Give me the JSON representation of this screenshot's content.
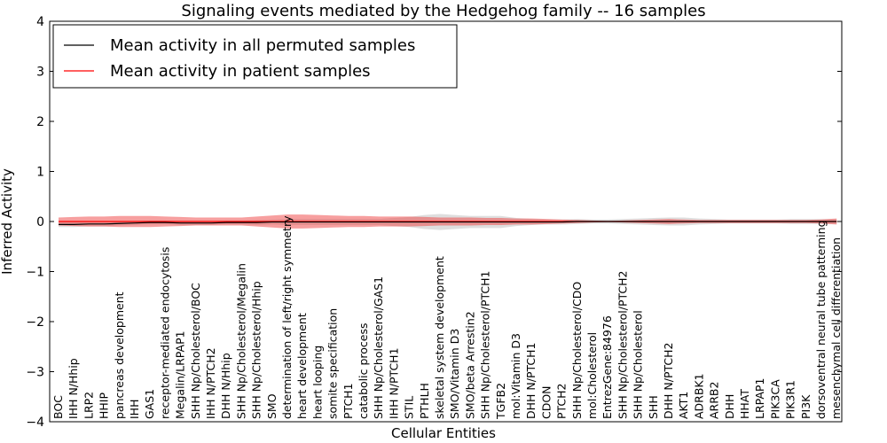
{
  "chart_data": {
    "type": "line",
    "title": "Signaling events mediated by the Hedgehog family -- 16 samples",
    "xlabel": "Cellular Entities",
    "ylabel": "Inferred Activity",
    "ylim": [
      -4,
      4
    ],
    "yticks": [
      -4,
      -3,
      -2,
      -1,
      0,
      1,
      2,
      3,
      4
    ],
    "ytick_labels": [
      "−4",
      "−3",
      "−2",
      "−1",
      "0",
      "1",
      "2",
      "3",
      "4"
    ],
    "grid": false,
    "legend_position": "top-left",
    "categories": [
      "BOC",
      "IHH N/Hhip",
      "LRP2",
      "HHIP",
      "pancreas development",
      "IHH",
      "GAS1",
      "receptor-mediated endocytosis",
      "Megalin/LRPAP1",
      "SHH Np/Cholesterol/BOC",
      "IHH N/PTCH2",
      "DHH N/Hhip",
      "SHH Np/Cholesterol/Megalin",
      "SHH Np/Cholesterol/Hhip",
      "SMO",
      "determination of left/right symmetry",
      "heart development",
      "heart looping",
      "somite specification",
      "PTCH1",
      "catabolic process",
      "SHH Np/Cholesterol/GAS1",
      "IHH N/PTCH1",
      "STIL",
      "PTHLH",
      "skeletal system development",
      "SMO/Vitamin D3",
      "SMO/beta Arrestin2",
      "SHH Np/Cholesterol/PTCH1",
      "TGFB2",
      "mol:Vitamin D3",
      "DHH N/PTCH1",
      "CDON",
      "PTCH2",
      "SHH Np/Cholesterol/CDO",
      "mol:Cholesterol",
      "EntrezGene:84976",
      "SHH Np/Cholesterol/PTCH2",
      "SHH Np/Cholesterol",
      "SHH",
      "DHH N/PTCH2",
      "AKT1",
      "ADRBK1",
      "ARRB2",
      "DHH",
      "HHAT",
      "LRPAP1",
      "PIK3CA",
      "PIK3R1",
      "PI3K",
      "dorsoventral neural tube patterning",
      "mesenchymal cell differentiation"
    ],
    "series": [
      {
        "name": "Mean activity in all permuted samples",
        "color": "#000000",
        "values": [
          -0.06,
          -0.06,
          -0.05,
          -0.05,
          -0.04,
          -0.03,
          -0.02,
          -0.02,
          -0.03,
          -0.03,
          -0.03,
          -0.02,
          -0.02,
          -0.02,
          -0.01,
          -0.01,
          -0.01,
          -0.01,
          -0.01,
          -0.01,
          -0.01,
          -0.01,
          -0.01,
          -0.01,
          -0.01,
          -0.01,
          -0.01,
          -0.01,
          -0.01,
          -0.01,
          -0.01,
          -0.01,
          -0.01,
          -0.01,
          0.0,
          0.0,
          0.0,
          0.0,
          0.0,
          0.0,
          0.0,
          0.0,
          0.0,
          0.0,
          0.0,
          0.0,
          0.0,
          0.0,
          0.0,
          0.0,
          0.0,
          0.0
        ],
        "band": [
          0.05,
          0.05,
          0.05,
          0.05,
          0.04,
          0.04,
          0.04,
          0.04,
          0.04,
          0.04,
          0.04,
          0.04,
          0.04,
          0.05,
          0.05,
          0.06,
          0.06,
          0.06,
          0.06,
          0.06,
          0.06,
          0.06,
          0.08,
          0.1,
          0.14,
          0.16,
          0.14,
          0.12,
          0.12,
          0.12,
          0.08,
          0.06,
          0.05,
          0.05,
          0.05,
          0.04,
          0.04,
          0.05,
          0.06,
          0.07,
          0.08,
          0.08,
          0.06,
          0.05,
          0.04,
          0.04,
          0.04,
          0.04,
          0.05,
          0.05,
          0.05,
          0.05
        ]
      },
      {
        "name": "Mean activity in patient samples",
        "color": "#ff0000",
        "values": [
          0.0,
          0.0,
          0.0,
          0.0,
          0.0,
          0.0,
          0.0,
          0.0,
          0.0,
          0.0,
          0.0,
          0.0,
          0.0,
          0.0,
          0.0,
          0.0,
          0.0,
          0.0,
          0.0,
          0.0,
          0.0,
          0.0,
          0.0,
          0.0,
          0.0,
          0.0,
          0.0,
          0.0,
          0.0,
          0.0,
          0.0,
          0.0,
          0.0,
          0.0,
          0.0,
          0.0,
          0.0,
          0.0,
          0.0,
          0.0,
          0.0,
          0.0,
          0.0,
          0.0,
          0.0,
          0.0,
          0.0,
          0.0,
          0.0,
          0.0,
          0.0,
          0.0
        ],
        "band": [
          0.08,
          0.09,
          0.1,
          0.1,
          0.11,
          0.11,
          0.11,
          0.1,
          0.09,
          0.08,
          0.08,
          0.08,
          0.08,
          0.1,
          0.12,
          0.14,
          0.14,
          0.13,
          0.12,
          0.11,
          0.11,
          0.1,
          0.1,
          0.1,
          0.09,
          0.08,
          0.08,
          0.08,
          0.07,
          0.07,
          0.06,
          0.06,
          0.05,
          0.04,
          0.03,
          0.02,
          0.01,
          0.02,
          0.03,
          0.04,
          0.05,
          0.04,
          0.03,
          0.03,
          0.03,
          0.03,
          0.03,
          0.03,
          0.03,
          0.03,
          0.04,
          0.06
        ]
      }
    ]
  }
}
